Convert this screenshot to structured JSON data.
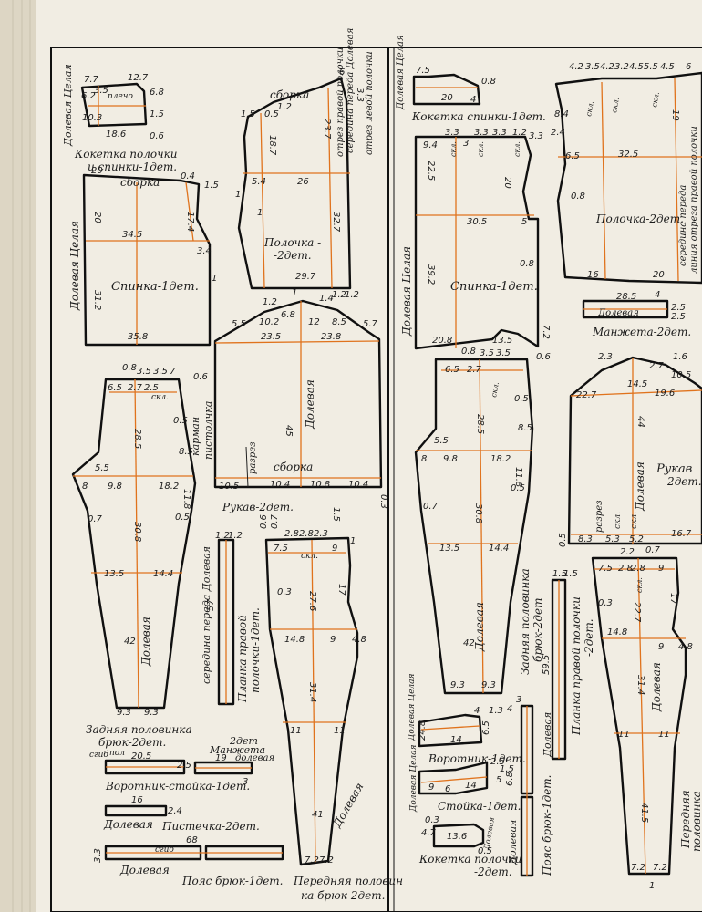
{
  "labels": {
    "kokt_polochki_spinki": "Кокетка полочки",
    "kokt_polochki_spinki2": "и спинки-1дет.",
    "dolevaya_celaya_a": "Долевая Целая",
    "plecho": "плечо",
    "sborka_a": "сборка",
    "sborka_b": "сборка",
    "sborka_c": "сборка",
    "dolevaya_celaya_b": "Долевая Целая",
    "spinka_a": "Спинка-1дет.",
    "polochka_a1": "Полочка -",
    "polochka_a2": "-2дет.",
    "otrez_prav": "отрез правой полочки",
    "seredina_pereda": "середина переда Долевая",
    "otrez_lev": "отрез левой полочки",
    "karman": "карман",
    "pistochka": "пистолчка",
    "skl": "скл.",
    "dolevaya_rukav": "Долевая",
    "razrez": "разрез",
    "rukav_a": "Рукав-2дет.",
    "zadnyaya_a1": "Задняя половинка",
    "zadnyaya_a2": "брюк-2дет.",
    "dolevaya_zad": "Долевая",
    "sgib": "сгиб",
    "pol": "пол",
    "vorotnik_stoika": "Воротник-стойка-1дет.",
    "manzheta_a": "Манжета",
    "manzheta_dolevaya": "долевая",
    "dve_det": "2дет",
    "pistochka_det": "Пистечка-2дет.",
    "dolevaya_p": "Долевая",
    "poyas_a": "Пояс брюк-1дет.",
    "dolevaya_poyas": "Долевая",
    "seredina_vert": "середина переда Долевая",
    "planka_a1": "Планка правой",
    "planka_a2": "полочки-1дет.",
    "perednyaya_a1": "Передняя половин",
    "perednyaya_a2": "ка брюк-2дет.",
    "dolevaya_per": "Долевая",
    "dolevaya_celaya_c": "Долевая Целая",
    "kokt_spinki_b": "Кокетка спинки-1дет.",
    "dolevaya_celaya_d": "Долевая Целая",
    "spinka_b": "Спинка-1дет.",
    "polochka_b": "Полочка-2дет.",
    "seredina_b": "середина переда",
    "liniya_otrez": "линия отреза правой полочки",
    "manzheta_b": "Манжета-2дет.",
    "dolevaya_manzh": "Долевая",
    "zadnyaya_b1": "Задняя половинка",
    "zadnyaya_b2": "брюк-2дет",
    "dolevaya_zad_b": "Долевая",
    "rukav_b1": "Рукав",
    "rukav_b2": "-2дет.",
    "dolevaya_rukav_b": "Долевая",
    "razrez_b": "разрез",
    "skl_b": "скл.",
    "vorotnik_b": "Воротник-1дет.",
    "dolevaya_vor": "Долевая Целая",
    "stoika_b": "Стойка-1дет.",
    "dolevaya_stoika": "Долевая Целая",
    "kokt_polochki_b1": "Кокетка полочки",
    "kokt_polochki_b2": "-2дет.",
    "dolevaya_kokt": "Долевая",
    "poyas_b": "Пояс брюк-1дет.",
    "dolevaya_poyas_b": "Долевая",
    "planka_b1": "Планка правой полочки",
    "planka_b2": "-2дет.",
    "dolevaya_planka": "Долевая",
    "perednyaya_b1": "Передняя",
    "perednyaya_b2": "половинка",
    "dolevaya_per_b": "Долевая"
  },
  "numbers": {
    "n1": "7.7",
    "n2": "12.7",
    "n3": "3.5",
    "n4": "6.2",
    "n5": "6.8",
    "n6": "1.5",
    "n7": "10.3",
    "n8": "0.6",
    "n9": "18.6",
    "n10": "6",
    "n11": "3.3",
    "n12": "1.5",
    "n13": "1.2",
    "n14": "0.5",
    "n15": "23.7",
    "n16": "18.7",
    "n17": "5.4",
    "n18": "26",
    "n19": "32.7",
    "n20": "29.7",
    "n21": "1.2",
    "n22": "1.2",
    "n23": "1",
    "n24": "1",
    "n25": "20",
    "n26": "0.4",
    "n27": "1.5",
    "n28": "20",
    "n29": "17.4",
    "n30": "34.5",
    "n31": "3.4",
    "n32": "31.2",
    "n33": "1",
    "n34": "35.8",
    "n35": "0.8",
    "n36": "3.5",
    "n37": "3.5",
    "n38": "7",
    "n39": "0.6",
    "n40": "6.5",
    "n41": "2.7",
    "n42": "2.5",
    "n43": "28.5",
    "n44": "0.5",
    "n45": "8.5",
    "n46": "5.5",
    "n47": "8",
    "n48": "9.8",
    "n49": "18.2",
    "n50": "11.8",
    "n51": "0.7",
    "n52": "30.8",
    "n53": "0.5",
    "n54": "13.5",
    "n55": "14.4",
    "n56": "42",
    "n57": "9.3",
    "n58": "9.3",
    "n59": "1.2",
    "n60": "1.4",
    "n61": "1",
    "n62": "5.5",
    "n63": "10.2",
    "n64": "6.8",
    "n65": "12",
    "n66": "8.5",
    "n67": "5.7",
    "n68": "23.5",
    "n69": "23.8",
    "n70": "45",
    "n71": "10.5",
    "n72": "10.4",
    "n73": "10.8",
    "n74": "10.4",
    "n75": "1.5",
    "n76": "0.3",
    "n77": "20.5",
    "n78": "2.5",
    "n79": "19",
    "n80": "3",
    "n81": "16",
    "n82": "2.4",
    "n83": "68",
    "n84": "3.3",
    "n85": "1.2",
    "n86": "1.2",
    "n87": "57",
    "n88": "0.6",
    "n89": "0.7",
    "n90": "2.8",
    "n91": "2.8",
    "n92": "2.3",
    "n93": "7.5",
    "n94": "9",
    "n95": "0.3",
    "n96": "27.6",
    "n97": "17",
    "n98": "14.8",
    "n99": "9",
    "n100": "4.8",
    "n101": "31.4",
    "n102": "11",
    "n103": "11",
    "n104": "41",
    "n105": "7.2",
    "n106": "7.2",
    "n107": "1",
    "n108": "7.5",
    "n109": "0.8",
    "n110": "20",
    "n111": "4",
    "n112": "9.4",
    "n113": "3.3",
    "n114": "3",
    "n115": "3.3",
    "n116": "3.3",
    "n117": "1.2",
    "n118": "3.3",
    "n119": "22.5",
    "n120": "20",
    "n121": "30.5",
    "n122": "5",
    "n123": "39.2",
    "n124": "0.8",
    "n125": "20.8",
    "n126": "13.5",
    "n127": "7.2",
    "n128": "4.2",
    "n129": "3.5",
    "n130": "4.2",
    "n131": "3.2",
    "n132": "4.5",
    "n133": "5.5",
    "n134": "4.5",
    "n135": "6",
    "n136": "8.4",
    "n137": "2.4",
    "n138": "6.5",
    "n139": "32.5",
    "n140": "0.8",
    "n141": "19",
    "n142": "16",
    "n143": "20",
    "n144": "28.5",
    "n145": "4",
    "n146": "2.5",
    "n147": "2.5",
    "n148": "0.8",
    "n149": "3.5",
    "n150": "3.5",
    "n151": "0.6",
    "n152": "6.5",
    "n153": "2.7",
    "n154": "28.5",
    "n155": "0.5",
    "n156": "8.5",
    "n157": "5.5",
    "n158": "8",
    "n159": "9.8",
    "n160": "18.2",
    "n161": "11.8",
    "n162": "0.5",
    "n163": "0.7",
    "n164": "30.8",
    "n165": "13.5",
    "n166": "14.4",
    "n167": "42",
    "n168": "9.3",
    "n169": "9.3",
    "n170": "2.3",
    "n171": "1.6",
    "n172": "2.7",
    "n173": "10.5",
    "n174": "22.7",
    "n175": "14.5",
    "n176": "19.6",
    "n177": "44",
    "n178": "0.5",
    "n179": "8.3",
    "n180": "5.3",
    "n181": "5.2",
    "n182": "16.7",
    "n183": "4",
    "n184": "1.3",
    "n185": "24.8",
    "n186": "14",
    "n187": "6.5",
    "n188": "2.5",
    "n189": "1.5",
    "n190": "9",
    "n191": "6",
    "n192": "14",
    "n193": "5",
    "n194": "6.8",
    "n195": "4.7",
    "n196": "0.3",
    "n197": "13.6",
    "n198": "0.5",
    "n199": "3",
    "n200": "4",
    "n201": "59.5",
    "n202": "1.5",
    "n203": "1.5",
    "n204": "2.2",
    "n205": "0.7",
    "n206": "7.5",
    "n207": "2.8",
    "n208": "2.8",
    "n209": "9",
    "n210": "0.3",
    "n211": "22.7",
    "n212": "17",
    "n213": "14.8",
    "n214": "9",
    "n215": "4.8",
    "n216": "31.4",
    "n217": "11",
    "n218": "11",
    "n219": "41.5",
    "n220": "7.2",
    "n221": "7.2",
    "n222": "1"
  }
}
